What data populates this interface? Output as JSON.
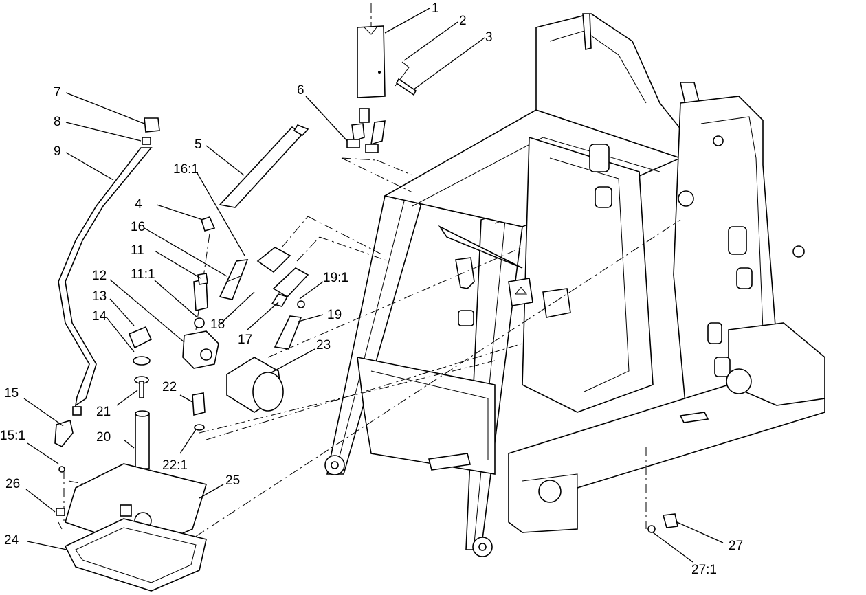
{
  "callouts": [
    {
      "id": "1",
      "text": "1"
    },
    {
      "id": "2",
      "text": "2"
    },
    {
      "id": "3",
      "text": "3"
    },
    {
      "id": "4",
      "text": "4"
    },
    {
      "id": "5",
      "text": "5"
    },
    {
      "id": "6",
      "text": "6"
    },
    {
      "id": "7",
      "text": "7"
    },
    {
      "id": "8",
      "text": "8"
    },
    {
      "id": "9",
      "text": "9"
    },
    {
      "id": "11",
      "text": "11"
    },
    {
      "id": "11_1",
      "text": "11:1"
    },
    {
      "id": "12",
      "text": "12"
    },
    {
      "id": "13",
      "text": "13"
    },
    {
      "id": "14",
      "text": "14"
    },
    {
      "id": "15",
      "text": "15"
    },
    {
      "id": "15_1",
      "text": "15:1"
    },
    {
      "id": "16",
      "text": "16"
    },
    {
      "id": "16_1",
      "text": "16:1"
    },
    {
      "id": "17",
      "text": "17"
    },
    {
      "id": "18",
      "text": "18"
    },
    {
      "id": "19",
      "text": "19"
    },
    {
      "id": "19_1",
      "text": "19:1"
    },
    {
      "id": "20",
      "text": "20"
    },
    {
      "id": "21",
      "text": "21"
    },
    {
      "id": "22",
      "text": "22"
    },
    {
      "id": "22_1",
      "text": "22:1"
    },
    {
      "id": "23",
      "text": "23"
    },
    {
      "id": "24",
      "text": "24"
    },
    {
      "id": "25",
      "text": "25"
    },
    {
      "id": "26",
      "text": "26"
    },
    {
      "id": "27",
      "text": "27"
    },
    {
      "id": "27_1",
      "text": "27:1"
    }
  ]
}
